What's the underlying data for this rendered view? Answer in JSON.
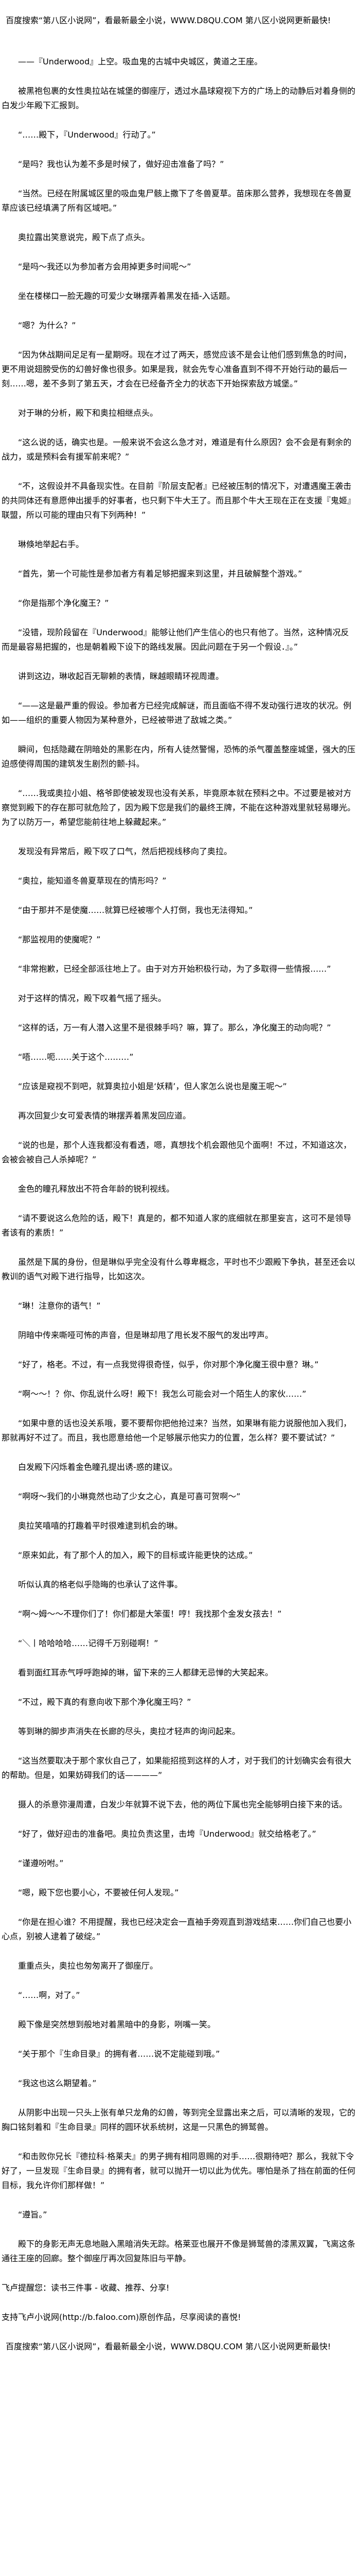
{
  "header": {
    "ad_text": "百度搜索“第八区小说网”，看最新最全小说，WWW.D8QU.COM  第八区小说网更新最快!"
  },
  "paragraphs": [
    "——『Underwood』上空。吸血鬼的古城中央城区，黄道之王座。",
    "被黑袍包裹的女性奥拉站在城堡的御座厅，透过水晶球窥视下方的广场上的动静后对着身侧的白发少年殿下汇报到。",
    "“……殿下，『Underwood』行动了。”",
    "“是吗？我也认为差不多是时候了，做好迎击准备了吗？”",
    "“当然。已经在附属城区里的吸血鬼尸骸上撒下了冬兽夏草。苗床那么营养，我想现在冬兽夏草应该已经填满了所有区域吧。”",
    "奥拉露出笑意说完，殿下点了点头。",
    "“是吗～我还以为参加者方会用掉更多时间呢～”",
    "坐在楼梯口一脸无趣的可爱少女琳摆弄着黑发在插-入话题。",
    "“嗯？为什么？”",
    "“因为休战期间足足有一星期呀。现在才过了两天，感觉应该不是会让他们感到焦急的时间，更不用说翅膀受伤的幻兽好像也很多。如果是我，就会先专心准备直到不得不开始行动的最后一刻……嗯，差不多到了第五天，才会在已经备齐全力的状态下开始探索敌方城堡。”",
    "对于琳的分析，殿下和奥拉相继点头。",
    "“这么说的话，确实也是。一般来说不会这么急才对，难道是有什么原因？会不会是有剩余的战力，或是预料会有援军前来呢？”",
    "“不，这假设并不具备现实性。在目前『阶层支配者』已经被压制的情况下，对遭遇魔王袭击的共同体还有意愿伸出援手的好事者，也只剩下牛大王了。而且那个牛大王现在正在支援『鬼姬』联盟，所以可能的理由只有下列两种！”",
    "琳倏地举起右手。",
    "“首先，第一个可能性是参加者方有着足够把握来到这里，并且破解整个游戏。”",
    "“你是指那个净化魔王？”",
    "“没错，现阶段留在『Underwood』能够让他们产生信心的也只有他了。当然，这种情况反而是最容易把握的，也是朝着殿下设下的路线发展。因此问题在于另一个假设．』。”",
    "讲到这边，琳收起百无聊赖的表情，眯越眼睛环视周遭。",
    "“——这是最严重的假设。参加者方已经完成解谜，而且面临不得不发动强行进攻的状况。例如——组织的重要人物因为某种意外，已经被带进了敌城之类。”",
    "瞬间，包括隐藏在阴暗处的黑影在内，所有人徒然警惕，恐怖的杀气覆盖整座城堡，强大的压迫感使得周围的建筑发生剧烈的颤-抖。",
    "“……我或奥拉小姐、格爷即使被发现也没有关系，毕竟原本就在预料之中。不过要是被对方察觉到殿下的存在那可就危险了，因为殿下您是我们的最终王牌，不能在这种游戏里就轻易曝光。为了以防万一，希望您能前往地上躲藏起来。”",
    "发现没有异常后，殿下叹了口气，然后把视线移向了奥拉。",
    "“奥拉，能知道冬兽夏草现在的情形吗？”",
    "“由于那并不是使魔……就算已经被哪个人打倒，我也无法得知。”",
    "“那监视用的使魔呢？”",
    "“非常抱歉，已经全部派往地上了。由于对方开始积极行动，为了多取得一些情报……”",
    "对于这样的情况，殿下叹着气摇了摇头。",
    "“这样的话，万一有人潜入这里不是很棘手吗？嘛，算了。那么，净化魔王的动向呢？”",
    "“唔……呃……关于这个………”",
    "“应该是窥视不到吧，就算奥拉小姐是‘妖精’，但人家怎么说也是魔王呢～”",
    "再次回复少女可爱表情的琳摆弄着黑发回应道。",
    "“说的也是，那个人连我都没有看透，嗯，真想找个机会跟他见个面啊！不过，不知道这次，会被会被自己人杀掉呢？”",
    "金色的瞳孔释放出不符合年龄的锐利视线。",
    "“请不要说这么危险的话，殿下！真是的，都不知道人家的底细就在那里妄言，这可不是领导者该有的素质！”",
    "虽然是下属的身份，但是琳似乎完全没有什么尊卑概念，平时也不少跟殿下争执，甚至还会以教训的语气对殿下进行指导，比如这次。",
    "“琳！注意你的语气！”",
    "阴暗中传来嘶哑可怖的声音，但是琳却甩了甩长发不服气的发出哼声。",
    "“好了，格老。不过，有一点我觉得很奇怪，似乎，你对那个净化魔王很中意？琳。”",
    "“啊～～！？你、你乱说什么呀！殿下！我怎么可能会对一个陌生人的家伙……”",
    "“如果中意的话也没关系哦，要不要帮你把他抢过来？当然，如果琳有能力说服他加入我们，那就再好不过了。而且，我也愿意给他一个足够展示他实力的位置，怎么样？要不要试试？”",
    "白发殿下闪烁着金色瞳孔提出诱-惑的建议。",
    "“啊呀～我们的小琳竟然也动了少女之心，真是可喜可贺啊～”",
    "奥拉笑嘻嘻的打趣着平时很难逮到机会的琳。",
    "“原来如此，有了那个人的加入，殿下的目标或许能更快的达成。”",
    "听似认真的格老似乎隐晦的也承认了这件事。",
    "“啊～姆～～不理你们了！你们都是大笨蛋！哼！我找那个金发女孩去！”",
    "“＼丨哈哈哈哈……记得千万别碰啊！”",
    "看到面红耳赤气呼呼跑掉的琳，留下来的三人都肆无忌惮的大笑起来。",
    "“不过，殿下真的有意向收下那个净化魔王吗？”",
    "等到琳的脚步声消失在长廊的尽头，奥拉才轻声的询问起来。",
    "“这当然要取决于那个家伙自己了，如果能招揽到这样的人才，对于我们的计划确实会有很大的帮助。但是，如果妨碍我们的话————”",
    "摄人的杀意弥漫周遭，白发少年就算不说下去，他的两位下属也完全能够明白接下来的话。",
    "“好了，做好迎击的准备吧。奥拉负责这里，击垮『Underwood』就交给格老了。”",
    "“谨遵吩咐。”",
    "“嗯，殿下您也要小心，不要被任何人发现。”",
    "“你是在担心谁？不用提醒，我也已经决定会一直袖手旁观直到游戏结束……你们自己也要小心点，别被人逮着了破绽。”",
    "重重点头，奥拉也匆匆离开了御座厅。",
    "“……啊，对了。”",
    "殿下像是突然想到般地对着黑暗中的身影，咧嘴一笑。",
    "“关于那个『生命目录』的拥有者……说不定能碰到哦。”",
    "“我这也这么期望着。”",
    "从阴影中出现一只头上张有单只龙角的幻兽，等到完全显露出来之后，可以清晰的发现，它的胸口铭刻着和『生命目录』同样的圆环状系统树，这是一只黑色的狮鹫兽。",
    "“和击败你兄长『德拉科·格莱夫』的男子拥有相同恩赐的对手……很期待吧？那么，我就下令好了，一旦发现『生命目录』的拥有者，就可以抛开一切以此为优先。哪怕是杀了挡在前面的任何目标，我允许你们那样做！”",
    "“遵旨。”",
    "殿下的身影无声无息地融入黑暗消失无踪。格莱亚也展开不像是狮鹫兽的漆黑双翼，飞离这条通往王座的回廊。整个御座厅再次回复陈旧与平静。"
  ],
  "footer": {
    "reminder": "飞卢提醒您：读书三件事 - 收藏、推荐、分享!",
    "support": "支持飞卢小说网(http://b.faloo.com)原创作品，尽享阅读的喜悦!",
    "ad_text": "百度搜索“第八区小说网”，看最新最全小说，WWW.D8QU.COM  第八区小说网更新最快!"
  }
}
